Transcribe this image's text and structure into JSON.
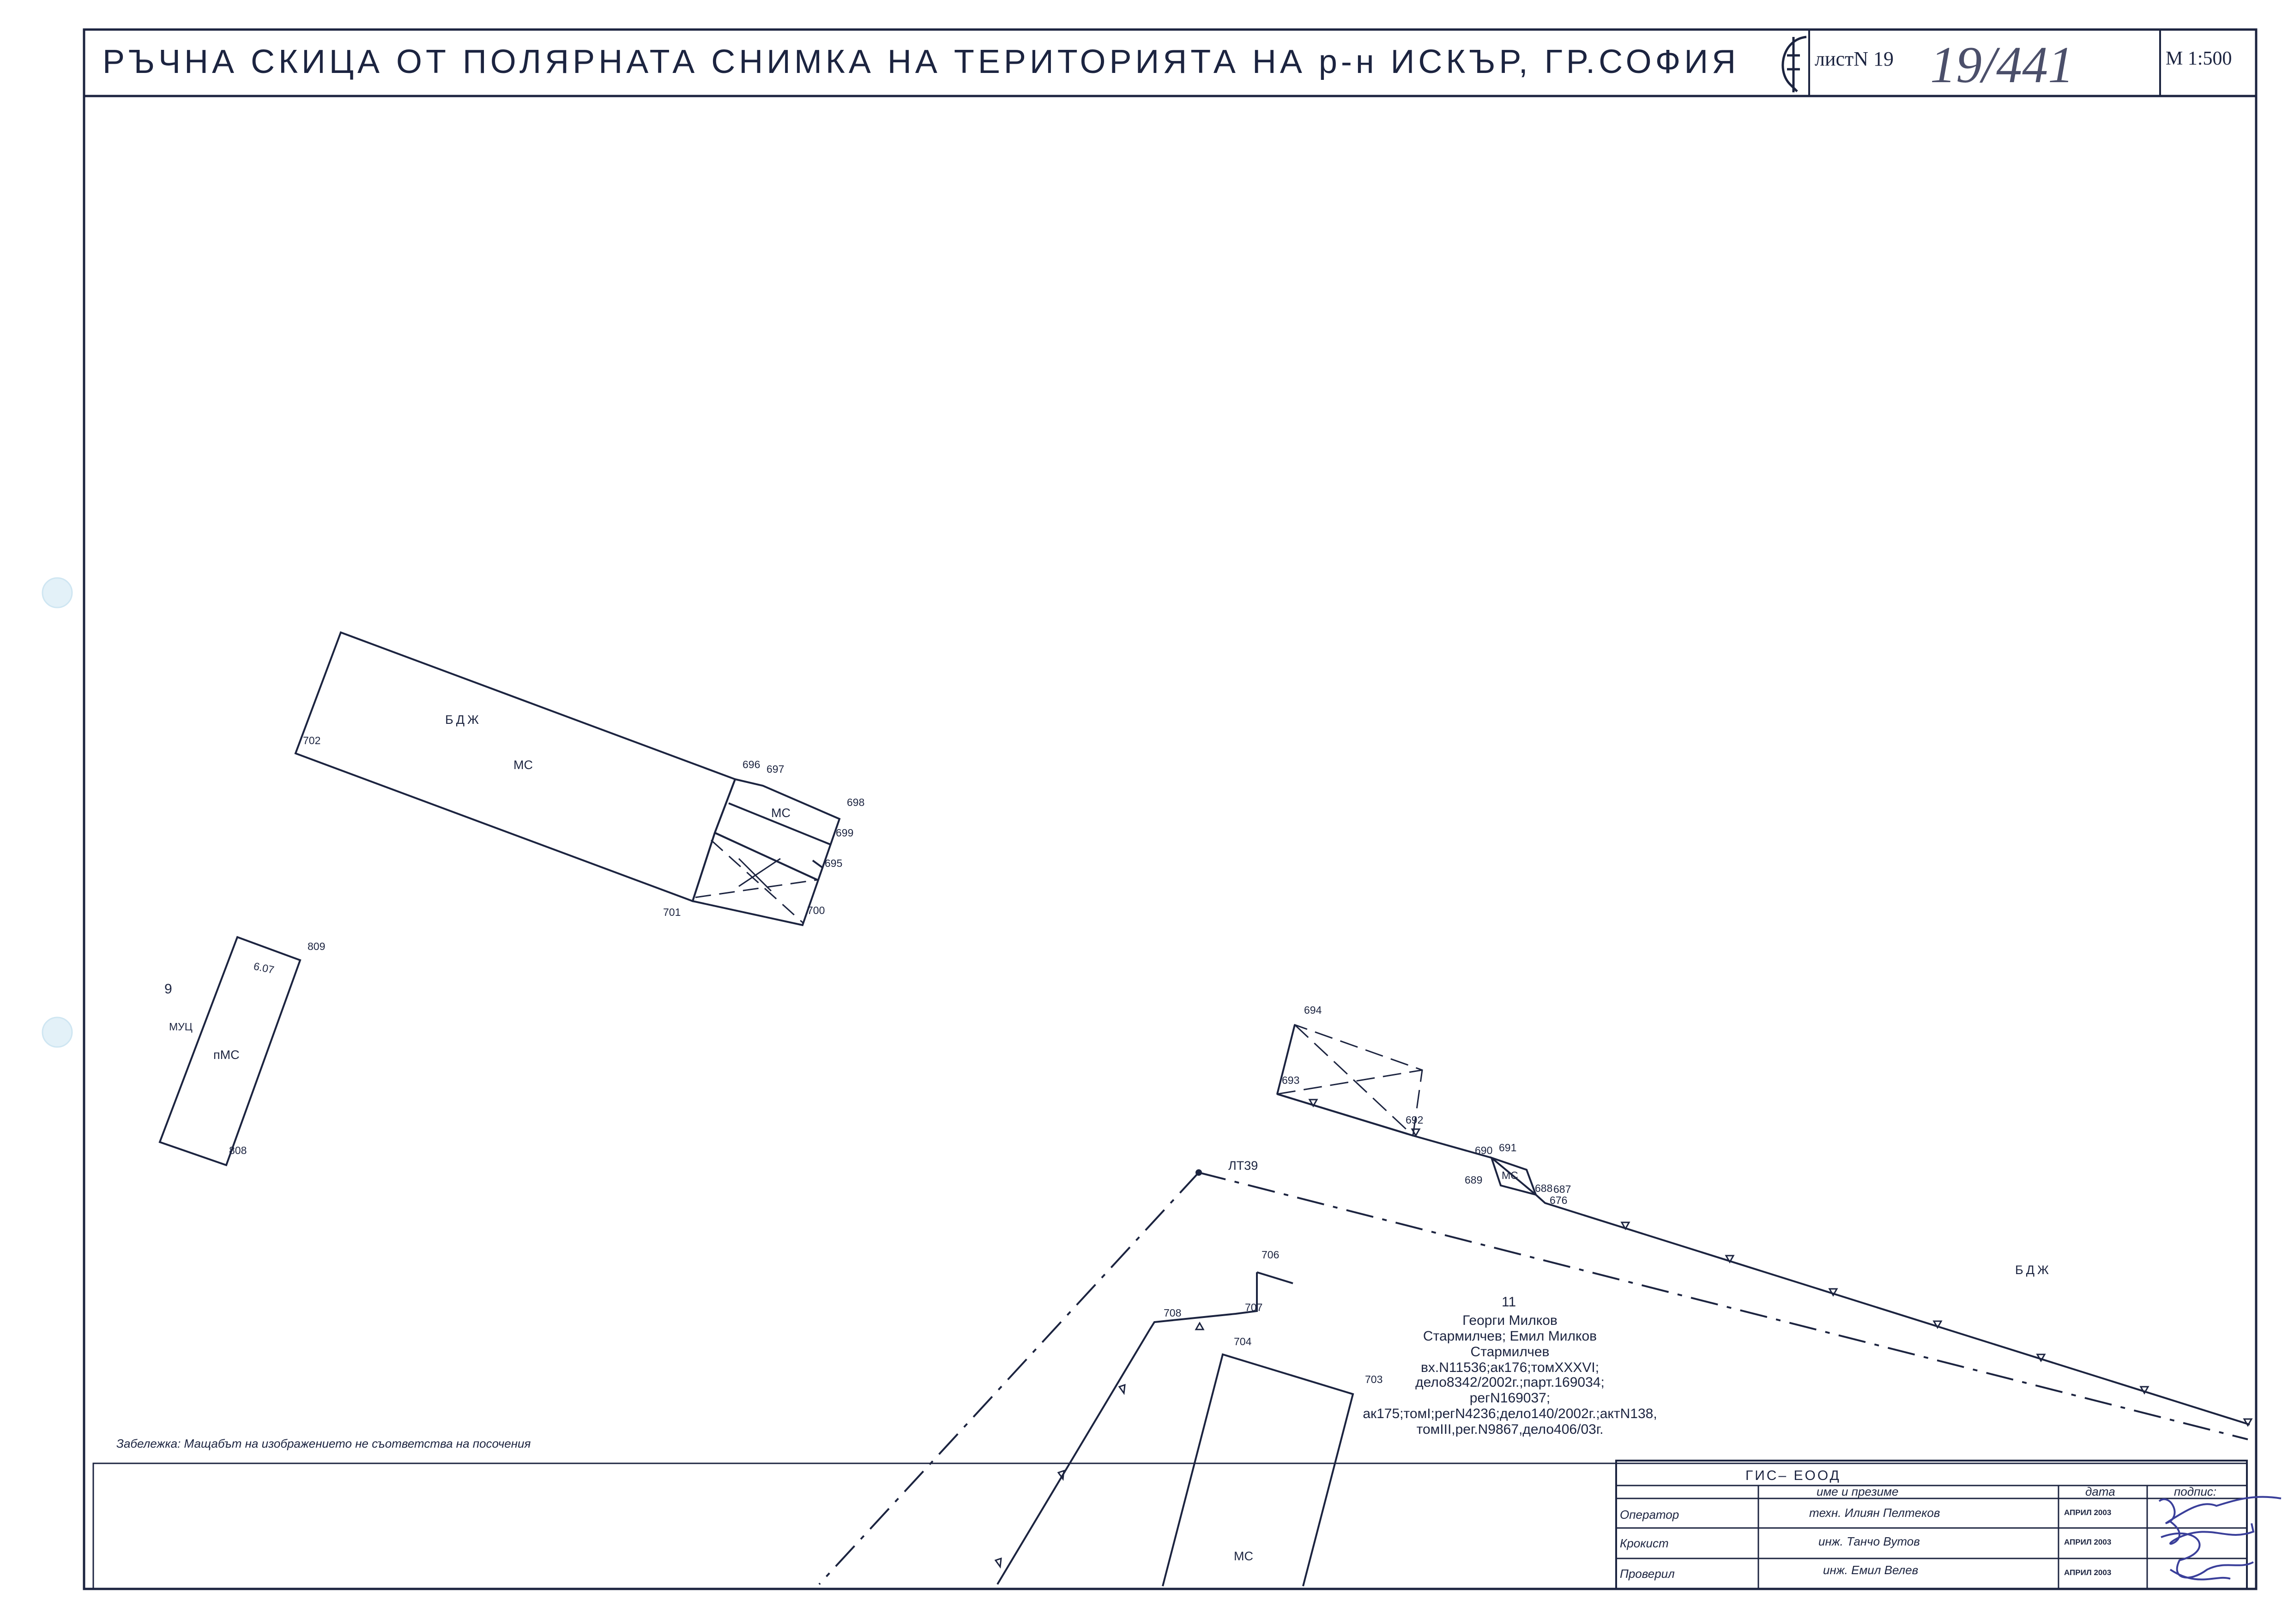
{
  "header": {
    "title": "РЪЧНА СКИЦА ОТ ПОЛЯРНАТА СНИМКА НА ТЕРИТОРИЯТА НА р-н ИСКЪР, ГР.СОФИЯ",
    "sheet_label": "листN 19",
    "sheet_handwritten": "19/441",
    "scale": "М 1:500"
  },
  "map": {
    "land_use": {
      "bdzh_top": "БДЖ",
      "bdzh_right": "БДЖ",
      "ms_big": "МС",
      "ms_small": "МС",
      "pms": "пМС",
      "muc": "МУЦ",
      "ms_691": "МС",
      "ms_bottom": "МС"
    },
    "parcels": {
      "p9": "9",
      "p11": "11"
    },
    "measurements": {
      "side_607": "6.07"
    },
    "points": {
      "p702": "702",
      "p696": "696",
      "p697": "697",
      "p698": "698",
      "p699": "699",
      "p695": "695",
      "p700": "700",
      "p701": "701",
      "p809": "809",
      "p808": "808",
      "p694": "694",
      "p693": "693",
      "p692": "692",
      "p690": "690",
      "p691": "691",
      "p689": "689",
      "p688": "688",
      "p687": "687",
      "p676": "676",
      "lt39": "ЛТ39",
      "p706": "706",
      "p707": "707",
      "p708": "708",
      "p704": "704",
      "p703": "703"
    },
    "owner_block": {
      "line1": "Георги Милков",
      "line2": "Стармилчев; Емил Милков",
      "line3": "Стармилчев",
      "line4": "вх.N11536;ак176;томXXXVI;",
      "line5": "дело8342/2002г.;парт.169034;",
      "line6": "регN169037;",
      "line7": "ак175;томI;регN4236;дело140/2002г.;актN138,",
      "line8": "томIII,рег.N9867,дело406/03г."
    },
    "note": "Забележка: Мащабът на изображението не съответства на посочения"
  },
  "title_block": {
    "company": "ГИС– ЕООД",
    "col_names": "име и презиме",
    "col_date": "дата",
    "col_sign": "подпис:",
    "rows": [
      {
        "role": "Оператор",
        "name": "техн. Илиян Пелтеков",
        "date": "АПРИЛ 2003"
      },
      {
        "role": "Крокист",
        "name": "инж. Танчо Вутов",
        "date": "АПРИЛ 2003"
      },
      {
        "role": "Проверил",
        "name": "инж. Емил Велев",
        "date": "АПРИЛ 2003"
      }
    ]
  },
  "colors": {
    "ink": "#1c2440",
    "signature": "#3a3f9a",
    "hole": "#d8ecf6"
  }
}
